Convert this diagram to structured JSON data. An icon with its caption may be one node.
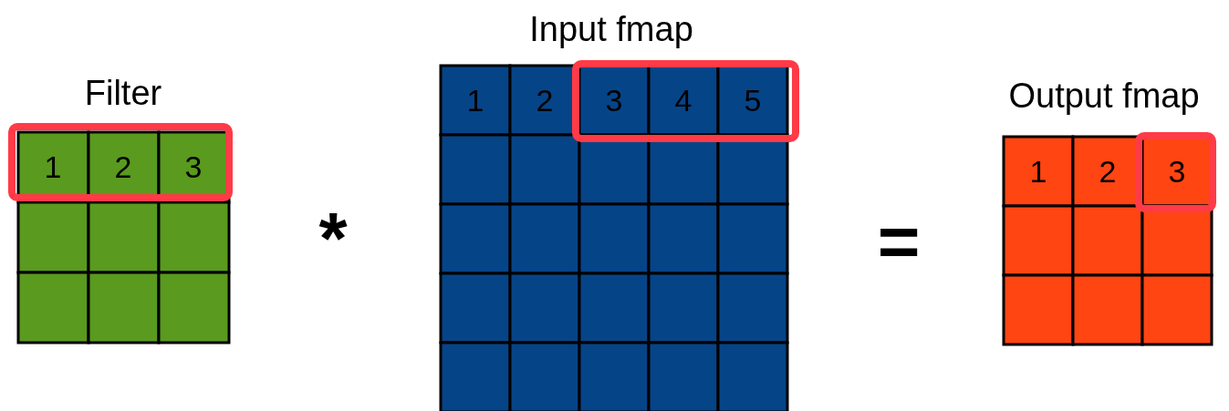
{
  "diagram": {
    "labels": [
      "Filter",
      "1",
      "2",
      "3",
      "*",
      "Input fmap",
      "1",
      "2",
      "3",
      "4",
      "5",
      "=",
      "Output fmap",
      "1",
      "2",
      "3"
    ]
  }
}
